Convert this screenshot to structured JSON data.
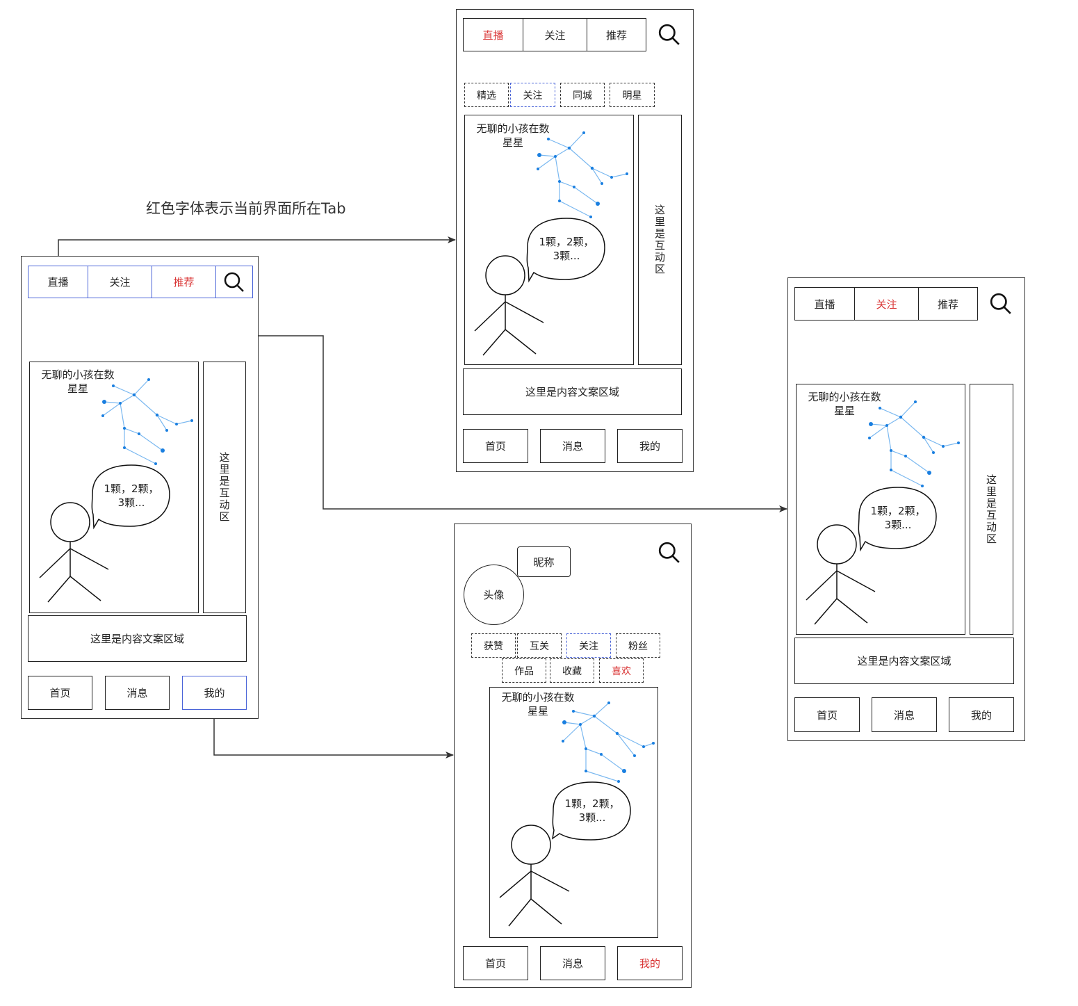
{
  "annotation": "红色字体表示当前界面所在Tab",
  "top_tabs": [
    "直播",
    "关注",
    "推荐"
  ],
  "bottom_tabs": [
    "首页",
    "消息",
    "我的"
  ],
  "sub_tabs_live": [
    "精选",
    "关注",
    "同城",
    "明星"
  ],
  "illustration": {
    "caption_line1": "无聊的小孩在数",
    "caption_line2": "星星",
    "bubble_line1": "1颗，2颗，",
    "bubble_line2": "3颗..."
  },
  "interaction_area": "这里是互动区",
  "content_area": "这里是内容文案区域",
  "profile": {
    "avatar": "头像",
    "nickname": "昵称",
    "stats": [
      "获赞",
      "互关",
      "关注",
      "粉丝"
    ],
    "tabs": [
      "作品",
      "收藏",
      "喜欢"
    ]
  },
  "icons": [
    "search-icon",
    "stick-figure-icon",
    "constellation-icon"
  ],
  "colors": {
    "active_tab": "#d93434",
    "highlight_border": "#4a64d8",
    "star": "#1a7fe0"
  }
}
